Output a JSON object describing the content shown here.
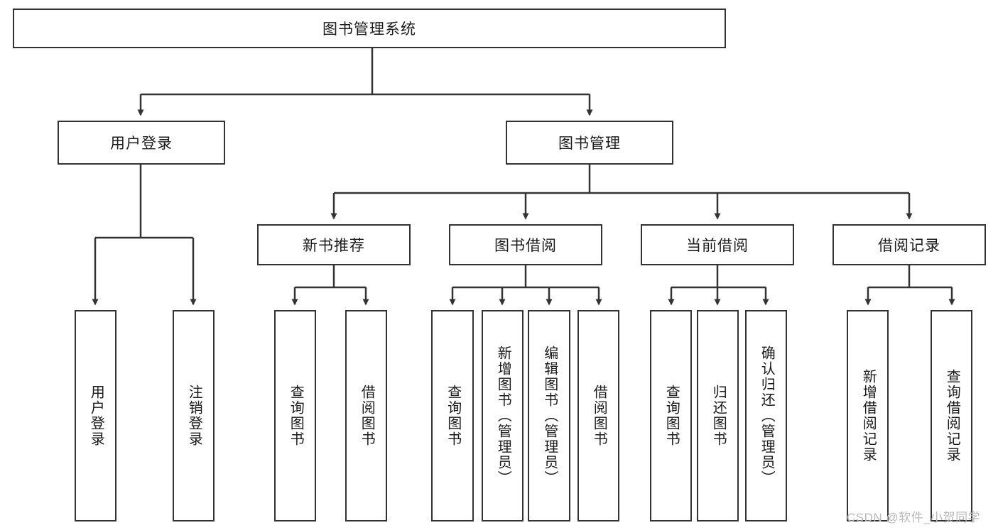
{
  "diagram": {
    "type": "tree-hierarchy",
    "title": "图书管理系统",
    "colors": {
      "stroke": "#333333",
      "box_fill": "#ffffff",
      "text": "#1b1b1b",
      "watermark": "#b9b9b9",
      "background": "#ffffff"
    },
    "root": {
      "label": "图书管理系统"
    },
    "level2": [
      {
        "label": "用户登录"
      },
      {
        "label": "图书管理"
      }
    ],
    "level3": [
      {
        "label": "新书推荐"
      },
      {
        "label": "图书借阅"
      },
      {
        "label": "当前借阅"
      },
      {
        "label": "借阅记录"
      }
    ],
    "leaves": {
      "user_login": [
        {
          "label": "用户登录"
        },
        {
          "label": "注销登录"
        }
      ],
      "new_book_recommend": [
        {
          "label": "查询图书"
        },
        {
          "label": "借阅图书"
        }
      ],
      "book_borrow": [
        {
          "label": "查询图书"
        },
        {
          "label": "新增图书（管理员）"
        },
        {
          "label": "编辑图书（管理员）"
        },
        {
          "label": "借阅图书"
        }
      ],
      "current_borrow": [
        {
          "label": "查询图书"
        },
        {
          "label": "归还图书"
        },
        {
          "label": "确认归还（管理员）"
        }
      ],
      "borrow_record": [
        {
          "label": "新增借阅记录"
        },
        {
          "label": "查询借阅记录"
        }
      ]
    }
  },
  "watermark": {
    "text": "CSDN @软件_小贺同学"
  }
}
